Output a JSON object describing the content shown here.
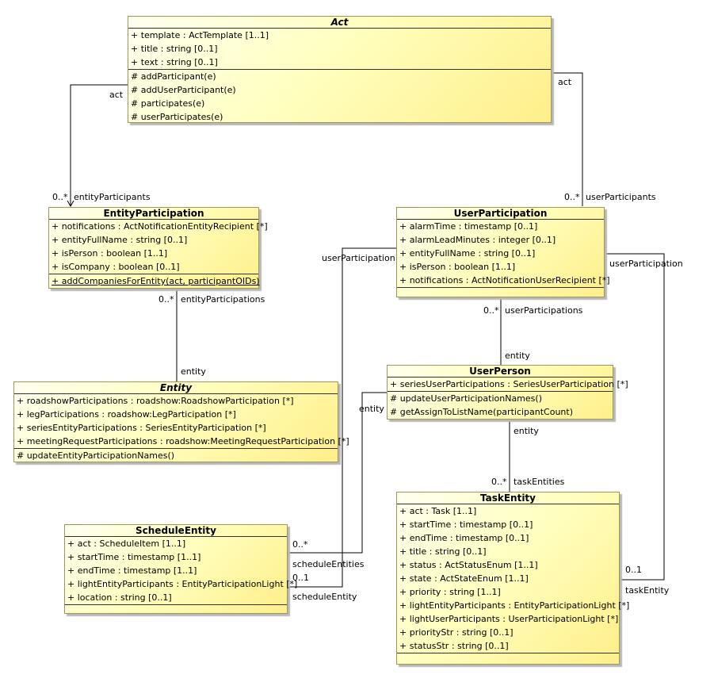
{
  "classes": {
    "act": {
      "name": "Act",
      "attributes": [
        "+ template : ActTemplate [1..1]",
        "+ title : string [0..1]",
        "+ text : string [0..1]"
      ],
      "operations": [
        "# addParticipant(e)",
        "# addUserParticipant(e)",
        "# participates(e)",
        "# userParticipates(e)"
      ]
    },
    "entity_participation": {
      "name": "EntityParticipation",
      "attributes": [
        "+ notifications : ActNotificationEntityRecipient [*]",
        "+ entityFullName : string [0..1]",
        "+ isPerson : boolean [1..1]",
        "+ isCompany : boolean [0..1]"
      ],
      "operations": [
        "+ addCompaniesForEntity(act, participantOIDs)"
      ]
    },
    "user_participation": {
      "name": "UserParticipation",
      "attributes": [
        "+ alarmTime : timestamp [0..1]",
        "+ alarmLeadMinutes : integer [0..1]",
        "+ entityFullName : string [0..1]",
        "+ isPerson : boolean [1..1]",
        "+ notifications : ActNotificationUserRecipient [*]"
      ],
      "operations": []
    },
    "entity": {
      "name": "Entity",
      "attributes": [
        "+ roadshowParticipations : roadshow:RoadshowParticipation [*]",
        "+ legParticipations : roadshow:LegParticipation [*]",
        "+ seriesEntityParticipations : SeriesEntityParticipation [*]",
        "+ meetingRequestParticipations : roadshow:MeetingRequestParticipation [*]"
      ],
      "operations": [
        "# updateEntityParticipationNames()"
      ]
    },
    "user_person": {
      "name": "UserPerson",
      "attributes": [
        "+ seriesUserParticipations : SeriesUserParticipation [*]"
      ],
      "operations": [
        "# updateUserParticipationNames()",
        "# getAssignToListName(participantCount)"
      ]
    },
    "schedule_entity": {
      "name": "ScheduleEntity",
      "attributes": [
        "+ act : ScheduleItem [1..1]",
        "+ startTime : timestamp [1..1]",
        "+ endTime : timestamp [1..1]",
        "+ lightEntityParticipants : EntityParticipationLight [*]",
        "+ location : string [0..1]"
      ],
      "operations": []
    },
    "task_entity": {
      "name": "TaskEntity",
      "attributes": [
        "+ act : Task [1..1]",
        "+ startTime : timestamp [0..1]",
        "+ endTime : timestamp [0..1]",
        "+ title : string [0..1]",
        "+ status : ActStatusEnum [1..1]",
        "+ state : ActStateEnum [1..1]",
        "+ priority : string [1..1]",
        "+ lightEntityParticipants : EntityParticipationLight [*]",
        "+ lightUserParticipants : UserParticipationLight [*]",
        "+ priorityStr : string [0..1]",
        "+ statusStr : string [0..1]"
      ],
      "operations": []
    }
  },
  "labels": {
    "act_left_role": "act",
    "act_right_role": "act",
    "ep_mult": "0..*",
    "ep_role": "entityParticipants",
    "up_mult": "0..*",
    "up_role": "userParticipants",
    "ep_entity_mult": "0..*",
    "ep_entity_role": "entityParticipations",
    "entity_role_top": "entity",
    "up_user_mult": "0..*",
    "up_user_role": "userParticipations",
    "userperson_entity_role": "entity",
    "up_left_role": "userParticipation",
    "up_right_role": "userParticipation",
    "userperson_entity_left": "entity",
    "userperson_entity_bottom": "entity",
    "task_mult": "0..*",
    "task_role": "taskEntities",
    "sched_mult": "0..*",
    "sched_role": "scheduleEntities",
    "sched_one": "0..1",
    "sched_entity_role": "scheduleEntity",
    "task_one": "0..1",
    "task_entity_role": "taskEntity"
  }
}
